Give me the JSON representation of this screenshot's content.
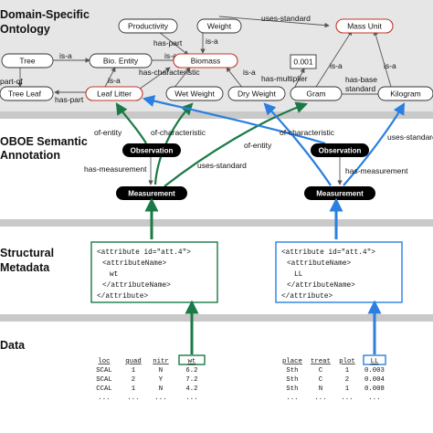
{
  "sections": {
    "ontology": [
      "Domain-Specific",
      "Ontology"
    ],
    "annotation": [
      "OBOE Semantic",
      "Annotation"
    ],
    "structural": [
      "Structural",
      "Metadata"
    ],
    "data": "Data"
  },
  "nodes": {
    "productivity": "Productivity",
    "weight": "Weight",
    "mass_unit": "Mass Unit",
    "tree": "Tree",
    "bio_entity": "Bio. Entity",
    "biomass": "Biomass",
    "const_001": "0.001",
    "tree_leaf": "Tree Leaf",
    "leaf_litter": "Leaf Litter",
    "wet_weight": "Wet Weight",
    "dry_weight": "Dry Weight",
    "gram": "Gram",
    "kilogram": "Kilogram"
  },
  "edges": {
    "uses_standard": "uses-standard",
    "has_part": "has-part",
    "is_a": "is-a",
    "has_characteristic": "has-characteristic",
    "has_multiplier": "has-multiplier",
    "has_base": "has-base",
    "standard": "standard",
    "part_of": "part-of",
    "of_entity": "of-entity",
    "of_characteristic": "of-characteristic",
    "has_measurement": "has-measurement"
  },
  "annotation_nodes": {
    "observation": "Observation",
    "measurement": "Measurement"
  },
  "metadata": {
    "left": [
      "<attribute id=\"att.4\">",
      "<attributeName>",
      "wt",
      "</attributeName>",
      "</attribute>"
    ],
    "right": [
      "<attribute id=\"att.4\">",
      "<attributeName>",
      "LL",
      "</attributeName>",
      "</attribute>"
    ]
  },
  "tables": {
    "left": {
      "headers": [
        "loc",
        "quad",
        "nitr",
        "wt"
      ],
      "rows": [
        [
          "SCAL",
          "1",
          "N",
          "6.2"
        ],
        [
          "SCAL",
          "2",
          "Y",
          "7.2"
        ],
        [
          "CCAL",
          "1",
          "N",
          "4.2"
        ],
        [
          "...",
          "...",
          "...",
          "..."
        ]
      ]
    },
    "right": {
      "headers": [
        "place",
        "treat",
        "plot",
        "LL"
      ],
      "rows": [
        [
          "Sth",
          "C",
          "1",
          "0.003"
        ],
        [
          "Sth",
          "C",
          "2",
          "0.004"
        ],
        [
          "Sth",
          "N",
          "1",
          "0.008"
        ],
        [
          "...",
          "...",
          "...",
          "..."
        ]
      ]
    }
  },
  "colors": {
    "left_link": "#1a7a45",
    "right_link": "#2a7fe0",
    "entity_border": "#c0392b",
    "band": "#e6e6e6"
  }
}
